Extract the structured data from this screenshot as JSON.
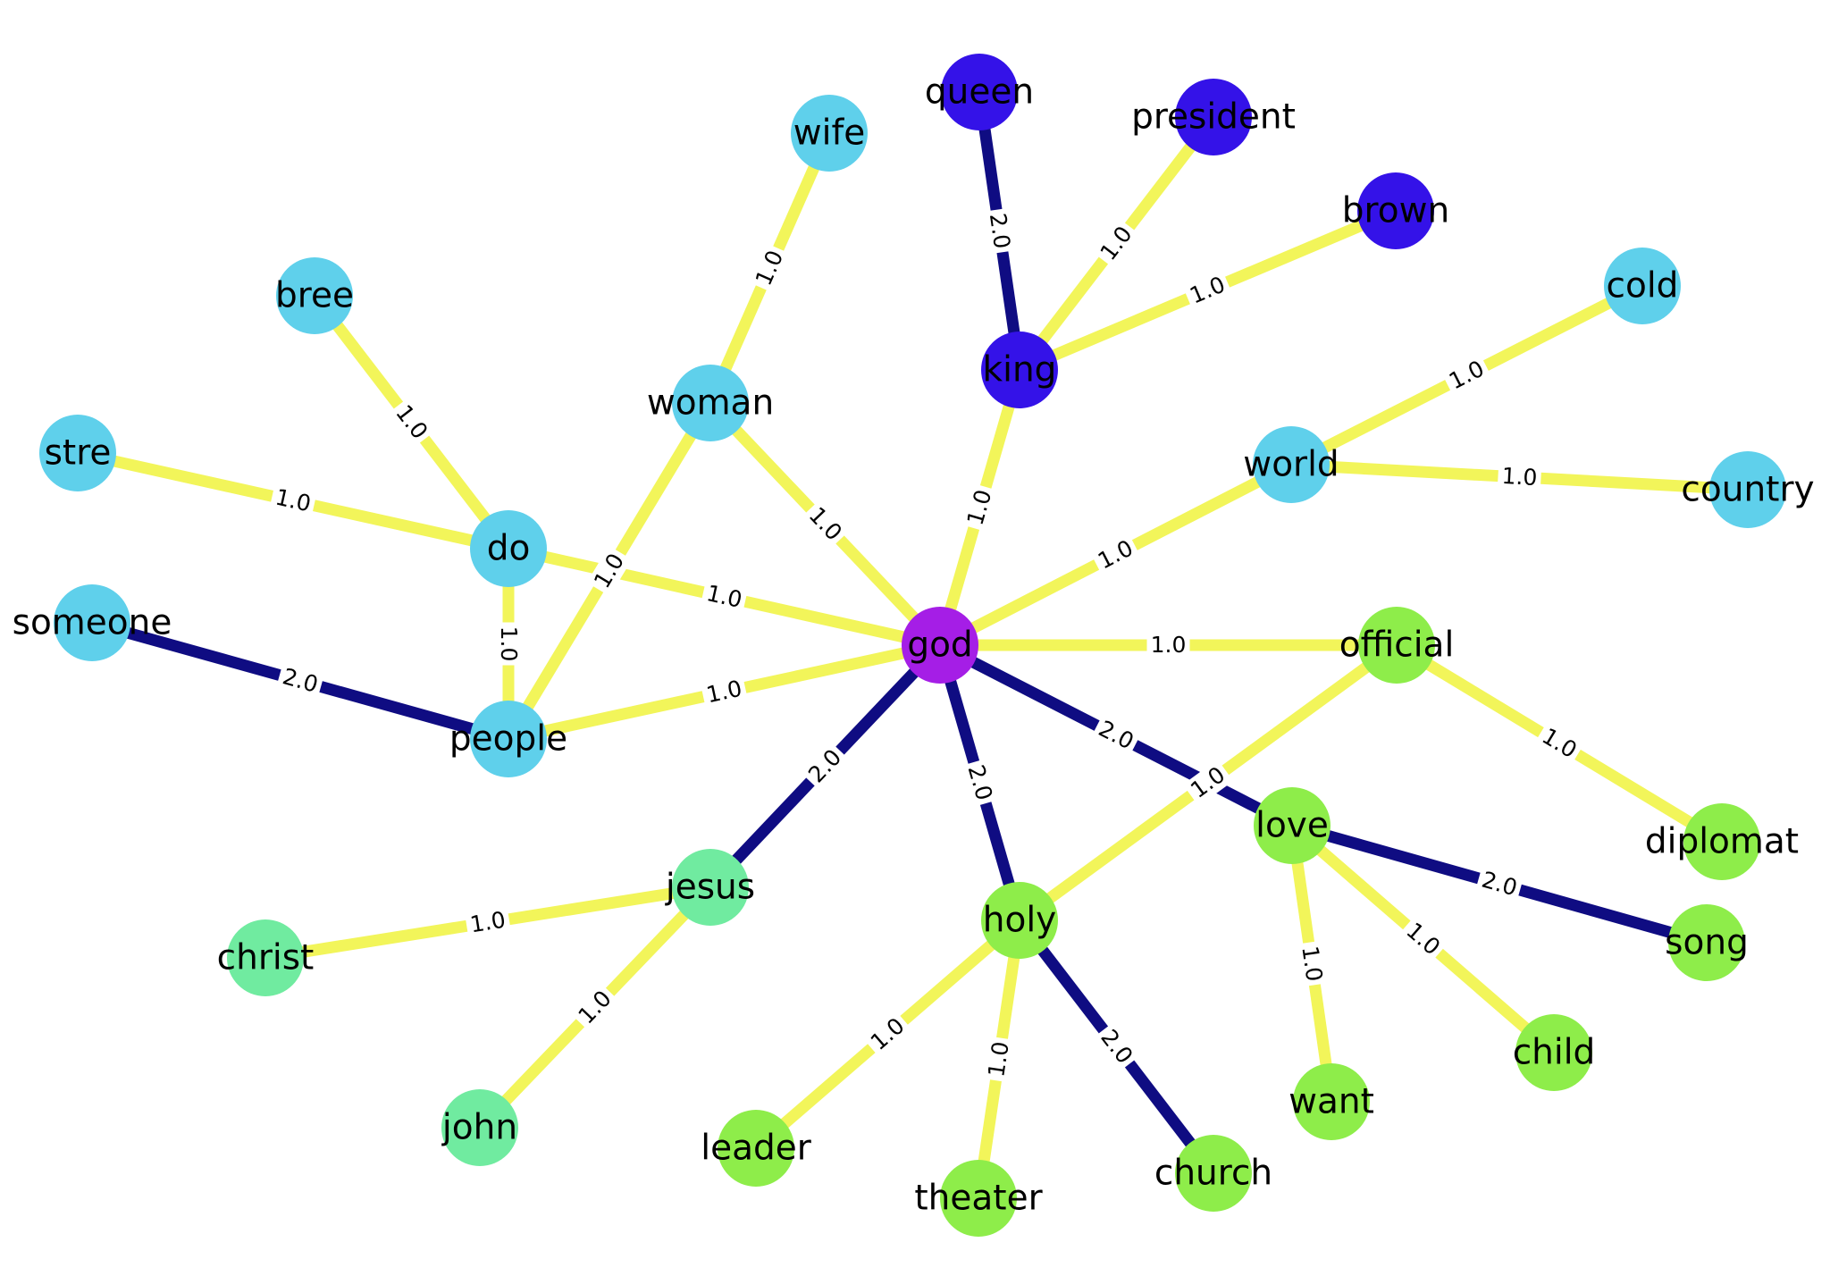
{
  "colors": {
    "edge_weight_1": "#f2f55a",
    "edge_weight_2": "#0f0c82",
    "cluster_sky": "#5fd0eb",
    "cluster_indigo": "#3412e8",
    "cluster_violet": "#a51ee6",
    "cluster_mint": "#70eba0",
    "cluster_lime": "#8eed4a"
  },
  "nodes": [
    {
      "id": "queen",
      "label": "queen",
      "color": "cluster_indigo"
    },
    {
      "id": "president",
      "label": "president",
      "color": "cluster_indigo"
    },
    {
      "id": "brown",
      "label": "brown",
      "color": "cluster_indigo"
    },
    {
      "id": "king",
      "label": "king",
      "color": "cluster_indigo"
    },
    {
      "id": "wife",
      "label": "wife",
      "color": "cluster_sky"
    },
    {
      "id": "bree",
      "label": "bree",
      "color": "cluster_sky"
    },
    {
      "id": "stre",
      "label": "stre",
      "color": "cluster_sky"
    },
    {
      "id": "woman",
      "label": "woman",
      "color": "cluster_sky"
    },
    {
      "id": "do",
      "label": "do",
      "color": "cluster_sky"
    },
    {
      "id": "someone",
      "label": "someone",
      "color": "cluster_sky"
    },
    {
      "id": "people",
      "label": "people",
      "color": "cluster_sky"
    },
    {
      "id": "cold",
      "label": "cold",
      "color": "cluster_sky"
    },
    {
      "id": "world",
      "label": "world",
      "color": "cluster_sky"
    },
    {
      "id": "country",
      "label": "country",
      "color": "cluster_sky"
    },
    {
      "id": "god",
      "label": "god",
      "color": "cluster_violet"
    },
    {
      "id": "official",
      "label": "official",
      "color": "cluster_lime"
    },
    {
      "id": "diplomat",
      "label": "diplomat",
      "color": "cluster_lime"
    },
    {
      "id": "love",
      "label": "love",
      "color": "cluster_lime"
    },
    {
      "id": "song",
      "label": "song",
      "color": "cluster_lime"
    },
    {
      "id": "child",
      "label": "child",
      "color": "cluster_lime"
    },
    {
      "id": "want",
      "label": "want",
      "color": "cluster_lime"
    },
    {
      "id": "holy",
      "label": "holy",
      "color": "cluster_lime"
    },
    {
      "id": "leader",
      "label": "leader",
      "color": "cluster_lime"
    },
    {
      "id": "theater",
      "label": "theater",
      "color": "cluster_lime"
    },
    {
      "id": "church",
      "label": "church",
      "color": "cluster_lime"
    },
    {
      "id": "jesus",
      "label": "jesus",
      "color": "cluster_mint"
    },
    {
      "id": "christ",
      "label": "christ",
      "color": "cluster_mint"
    },
    {
      "id": "john",
      "label": "john",
      "color": "cluster_mint"
    }
  ],
  "edges": [
    {
      "source": "queen",
      "target": "king",
      "weight": 2.0,
      "label": "2.0"
    },
    {
      "source": "president",
      "target": "king",
      "weight": 1.0,
      "label": "1.0"
    },
    {
      "source": "brown",
      "target": "king",
      "weight": 1.0,
      "label": "1.0"
    },
    {
      "source": "king",
      "target": "god",
      "weight": 1.0,
      "label": "1.0"
    },
    {
      "source": "wife",
      "target": "woman",
      "weight": 1.0,
      "label": "1.0"
    },
    {
      "source": "woman",
      "target": "god",
      "weight": 1.0,
      "label": "1.0"
    },
    {
      "source": "woman",
      "target": "people",
      "weight": 1.0,
      "label": "1.0"
    },
    {
      "source": "bree",
      "target": "do",
      "weight": 1.0,
      "label": "1.0"
    },
    {
      "source": "stre",
      "target": "do",
      "weight": 1.0,
      "label": "1.0"
    },
    {
      "source": "do",
      "target": "god",
      "weight": 1.0,
      "label": "1.0"
    },
    {
      "source": "do",
      "target": "people",
      "weight": 1.0,
      "label": "1.0"
    },
    {
      "source": "someone",
      "target": "people",
      "weight": 2.0,
      "label": "2.0"
    },
    {
      "source": "people",
      "target": "god",
      "weight": 1.0,
      "label": "1.0"
    },
    {
      "source": "cold",
      "target": "world",
      "weight": 1.0,
      "label": "1.0"
    },
    {
      "source": "world",
      "target": "country",
      "weight": 1.0,
      "label": "1.0"
    },
    {
      "source": "world",
      "target": "god",
      "weight": 1.0,
      "label": "1.0"
    },
    {
      "source": "god",
      "target": "official",
      "weight": 1.0,
      "label": "1.0"
    },
    {
      "source": "official",
      "target": "diplomat",
      "weight": 1.0,
      "label": "1.0"
    },
    {
      "source": "official",
      "target": "holy",
      "weight": 1.0,
      "label": "1.0"
    },
    {
      "source": "god",
      "target": "love",
      "weight": 2.0,
      "label": "2.0"
    },
    {
      "source": "love",
      "target": "song",
      "weight": 2.0,
      "label": "2.0"
    },
    {
      "source": "love",
      "target": "child",
      "weight": 1.0,
      "label": "1.0"
    },
    {
      "source": "love",
      "target": "want",
      "weight": 1.0,
      "label": "1.0"
    },
    {
      "source": "god",
      "target": "holy",
      "weight": 2.0,
      "label": "2.0"
    },
    {
      "source": "holy",
      "target": "leader",
      "weight": 1.0,
      "label": "1.0"
    },
    {
      "source": "holy",
      "target": "theater",
      "weight": 1.0,
      "label": "1.0"
    },
    {
      "source": "holy",
      "target": "church",
      "weight": 2.0,
      "label": "2.0"
    },
    {
      "source": "god",
      "target": "jesus",
      "weight": 2.0,
      "label": "2.0"
    },
    {
      "source": "jesus",
      "target": "christ",
      "weight": 1.0,
      "label": "1.0"
    },
    {
      "source": "jesus",
      "target": "john",
      "weight": 1.0,
      "label": "1.0"
    }
  ]
}
